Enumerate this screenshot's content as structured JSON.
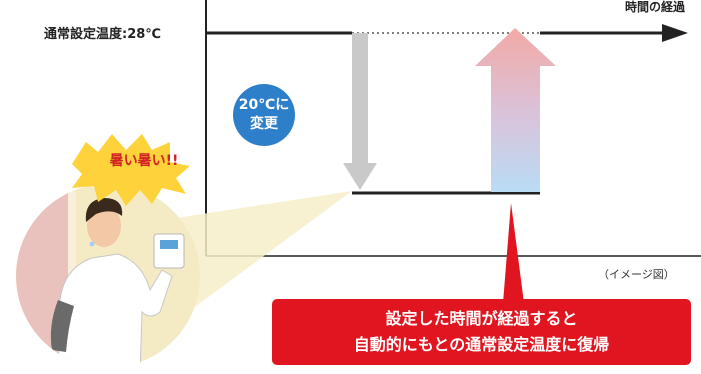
{
  "labels": {
    "time_axis": "時間の経過",
    "normal_temp": "通常設定温度:28℃",
    "note": "（イメージ図）"
  },
  "badge": {
    "line1": "20℃に",
    "line2": "変更"
  },
  "speech": {
    "text": "暑い暑い!!"
  },
  "callout": {
    "line1": "設定した時間が経過すると",
    "line2": "自動的にもとの通常設定温度に復帰"
  },
  "colors": {
    "badge": "#2e7fc9",
    "callout": "#e0151f",
    "speech": "#fdd23a",
    "down_arrow": "#c9c9c9",
    "up_arrow_top": "#f3a9a6",
    "up_arrow_bottom": "#b9dcf5",
    "magnifier": "#f4ebc4"
  }
}
